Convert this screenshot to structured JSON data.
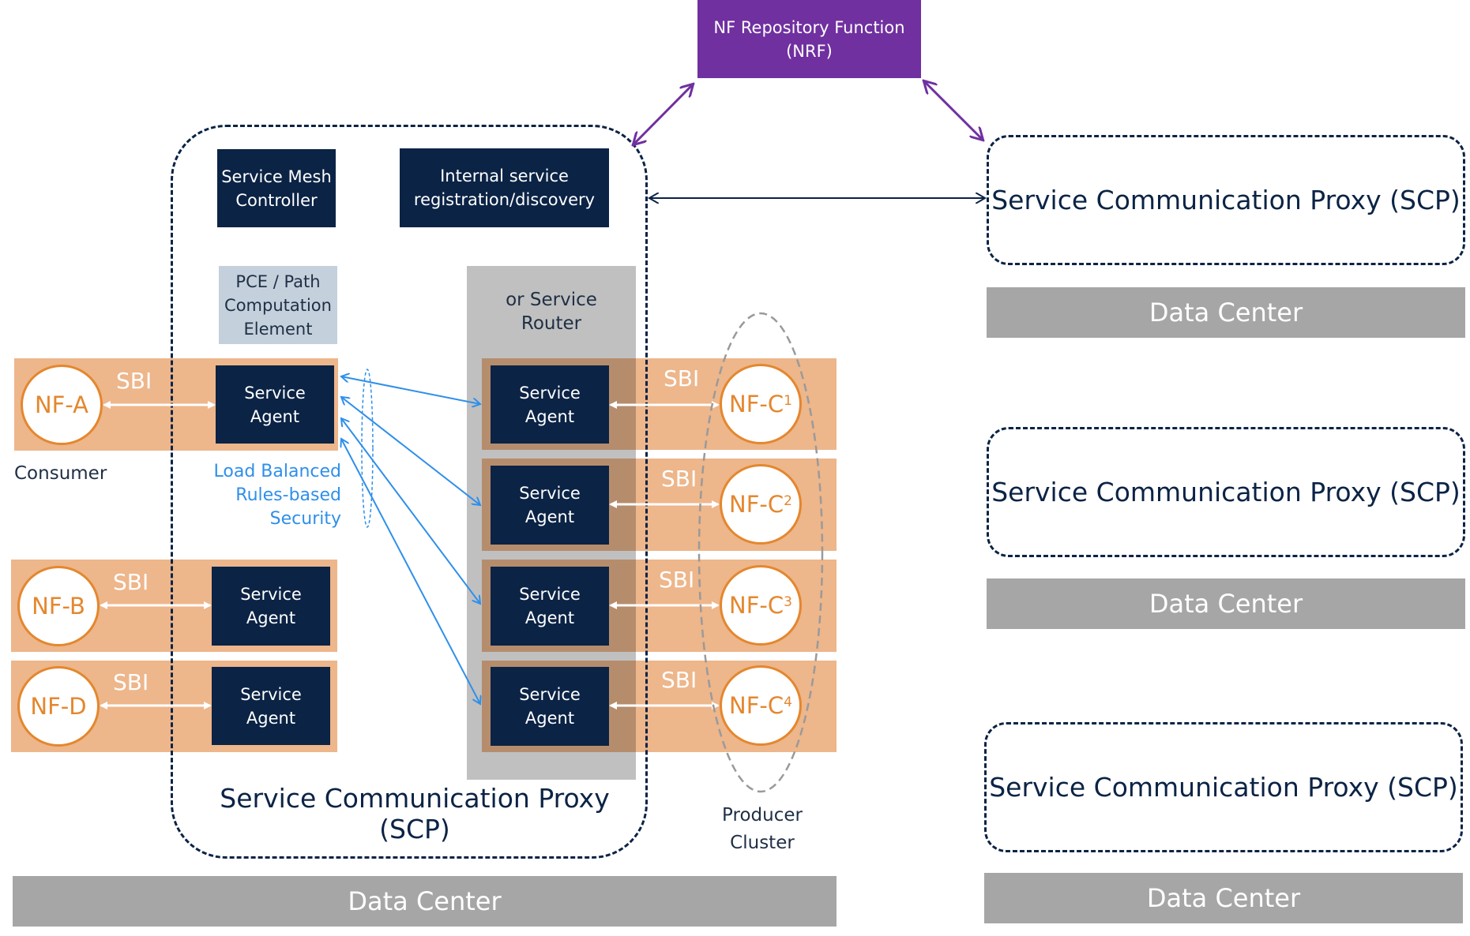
{
  "nrf": {
    "label": "NF Repository Function\n(NRF)"
  },
  "controller": {
    "label": "Service Mesh\nController"
  },
  "registry": {
    "label": "Internal service\nregistration/discovery"
  },
  "pce": {
    "label": "PCE / Path\nComputation\nElement"
  },
  "router": {
    "label": "or Service\nRouter"
  },
  "agent_label": "Service\nAgent",
  "sbi": "SBI",
  "consumer_label": "Consumer",
  "load_balanced": "Load Balanced\nRules-based\nSecurity",
  "nf_consumers": [
    "NF-A",
    "NF-B",
    "NF-D"
  ],
  "producer_base": "NF-C",
  "producer_index": [
    "1",
    "2",
    "3",
    "4"
  ],
  "producer_cluster": "Producer\nCluster",
  "scp_label": "Service Communication Proxy (SCP)",
  "data_center": "Data Center",
  "colors": {
    "navy": "#0b2345",
    "peach": "#edb68b",
    "orange": "#e4872e",
    "purple": "#7030a0",
    "blue": "#2f8fea",
    "gray": "#a6a6a6"
  }
}
